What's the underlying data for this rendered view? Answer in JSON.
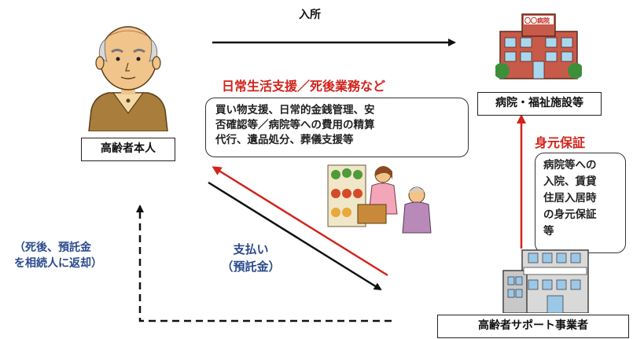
{
  "arrow_top_label": "入所",
  "elder": {
    "label": "高齢者本人"
  },
  "facility": {
    "label": "病院・福祉施設等",
    "sign": "〇〇病院"
  },
  "service_heading": "日常生活支援／死後業務など",
  "service_detail": [
    "買い物支援、日常的金銭管理、安",
    "否確認等／病院等への費用の精算",
    "代行、遺品処分、葬儀支援等"
  ],
  "guarantee_heading": "身元保証",
  "guarantee_detail": [
    "病院等への",
    "入院、賃貸",
    "住居入居時",
    "の身元保証",
    "等"
  ],
  "payment": {
    "line1": "支払い",
    "line2": "（預託金）"
  },
  "refund": {
    "line1": "（死後、預託金",
    "line2": "を相続人に返却）"
  },
  "provider": {
    "label": "高齢者サポート事業者"
  },
  "colors": {
    "red": "#d2231c",
    "blue": "#2b4a8c",
    "black": "#111111"
  }
}
